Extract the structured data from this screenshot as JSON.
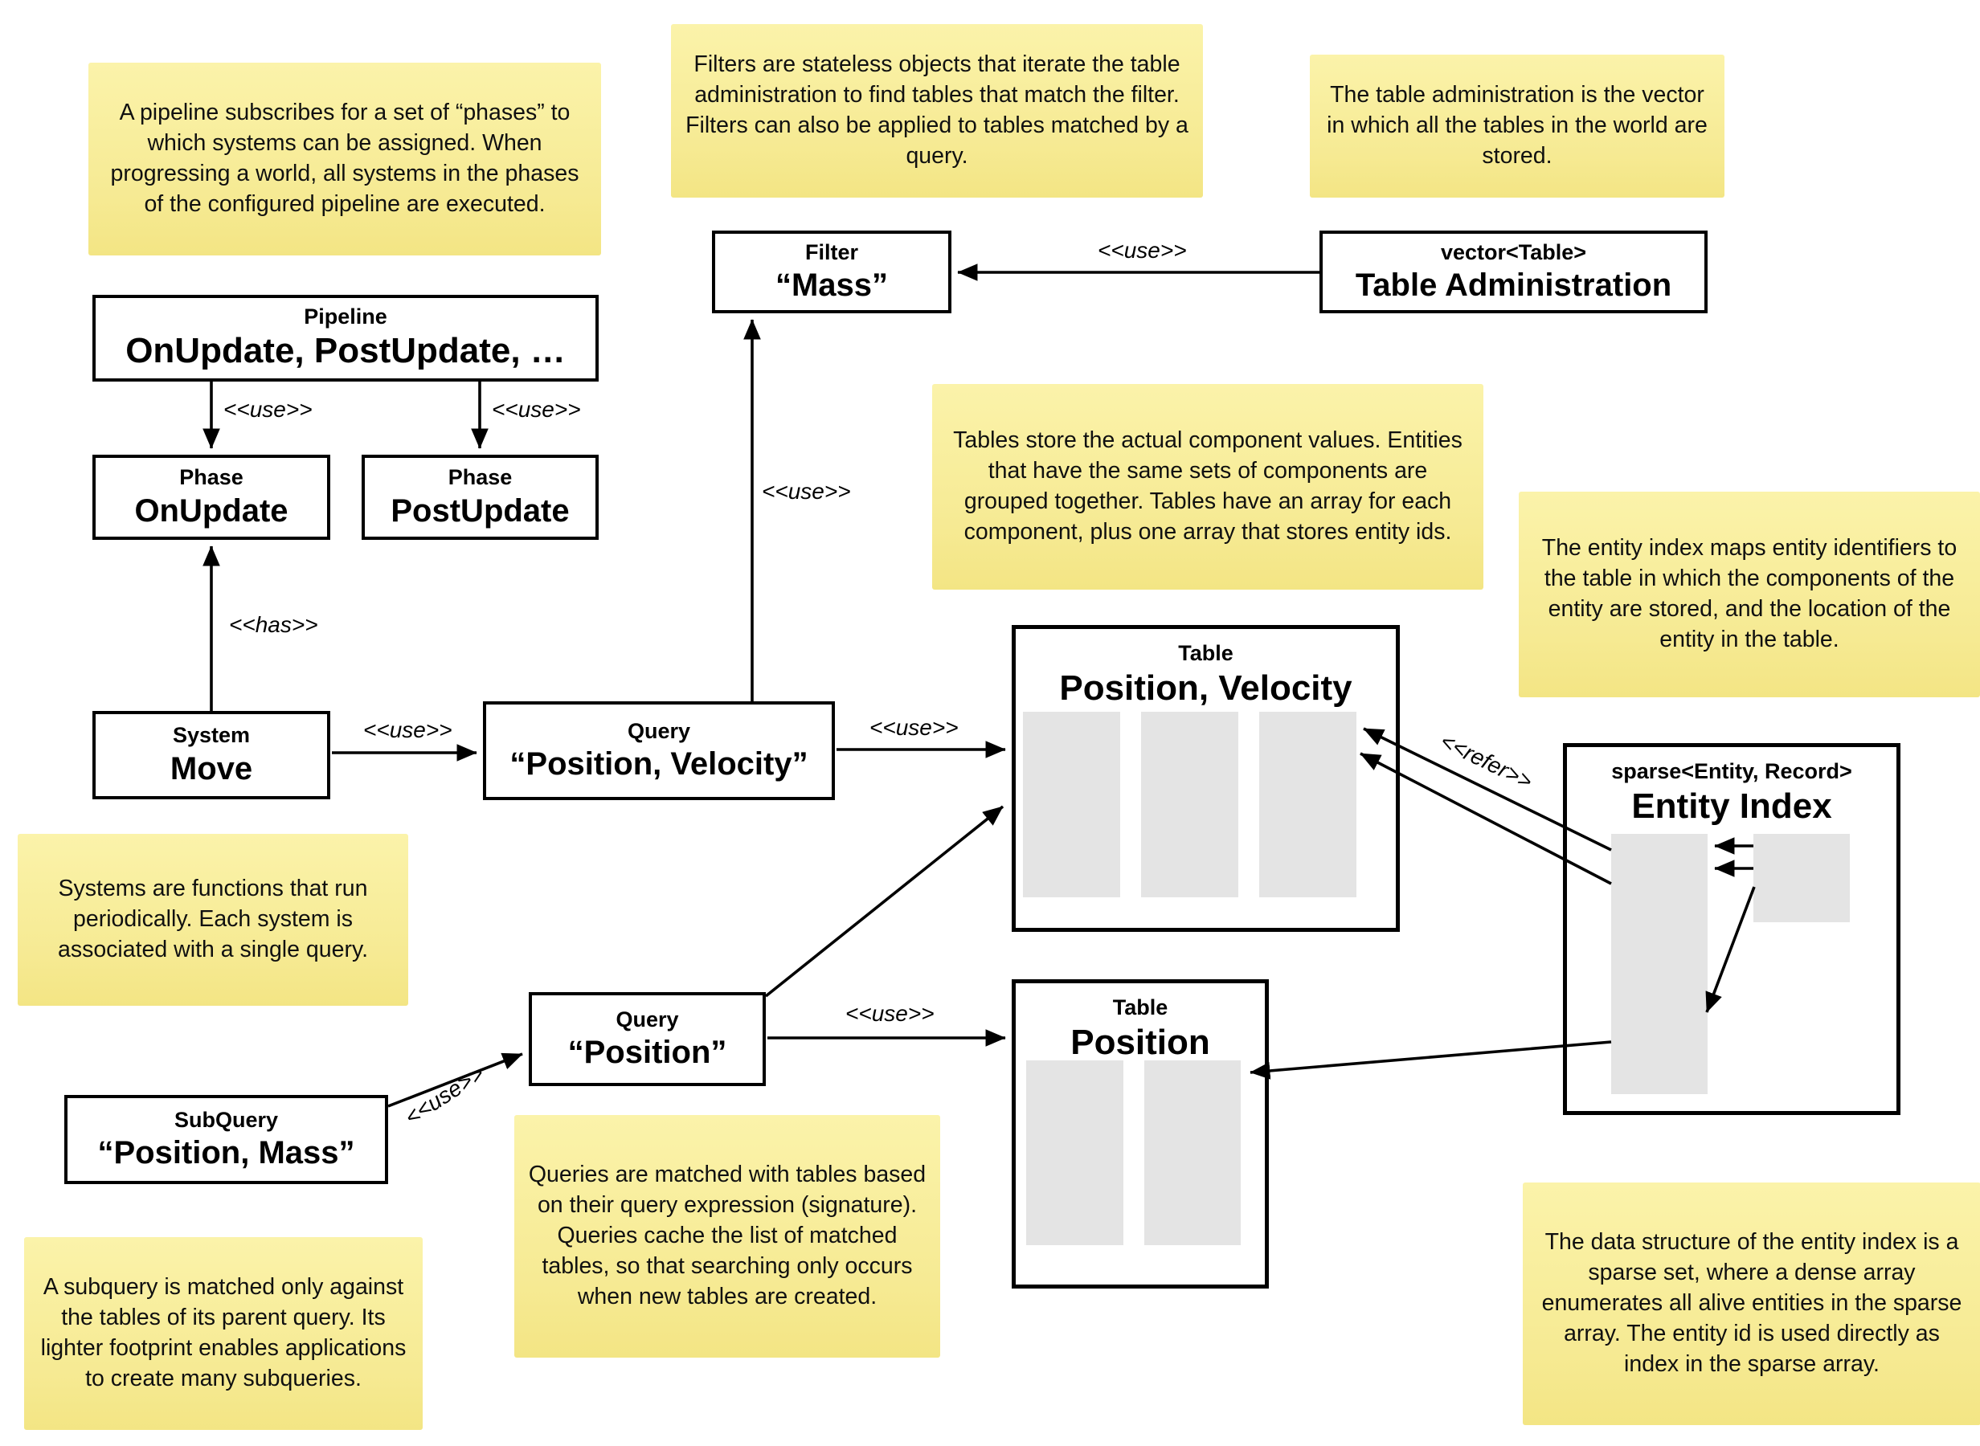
{
  "labels": {
    "use": "<<use>>",
    "has": "<<has>>",
    "refer": "<<refer>>"
  },
  "notes": {
    "pipeline": "A pipeline subscribes for a set of “phases” to which systems can be assigned. When progressing a world, all systems in the phases of the configured pipeline are executed.",
    "filters": "Filters are stateless objects that iterate the table administration to find tables that match the filter. Filters can also be applied to tables matched by a query.",
    "table_administration": "The table administration is the vector in which all the tables in the world are stored.",
    "tables": "Tables store the actual component values. Entities that have the same sets of components are grouped together. Tables have an array for each component, plus one array that stores entity ids.",
    "entity_index": "The entity index maps entity identifiers to the table in which the components of the entity are stored, and the location of the entity in the table.",
    "systems": "Systems are functions that run periodically. Each system is associated with a single query.",
    "queries": "Queries are matched with tables based on their query expression (signature). Queries cache the list of matched tables, so that searching only occurs when new tables are created.",
    "subquery": "A subquery is matched only against the tables of its parent query. Its lighter footprint enables applications to create many subqueries.",
    "sparse_set": "The data structure of the entity index is a sparse set, where a dense array enumerates all alive entities in the sparse array. The entity id is used directly as index in the sparse array."
  },
  "boxes": {
    "pipeline": {
      "stereotype": "Pipeline",
      "name": "OnUpdate, PostUpdate, …"
    },
    "phase_onupdate": {
      "stereotype": "Phase",
      "name": "OnUpdate"
    },
    "phase_postupdate": {
      "stereotype": "Phase",
      "name": "PostUpdate"
    },
    "filter_mass": {
      "stereotype": "Filter",
      "name": "“Mass”"
    },
    "table_administration": {
      "stereotype": "vector<Table>",
      "name": "Table Administration"
    },
    "system_move": {
      "stereotype": "System",
      "name": "Move"
    },
    "query_position_velocity": {
      "stereotype": "Query",
      "name": "“Position, Velocity”"
    },
    "query_position": {
      "stereotype": "Query",
      "name": "“Position”"
    },
    "subquery_position_mass": {
      "stereotype": "SubQuery",
      "name": "“Position, Mass”"
    },
    "table_position_velocity": {
      "stereotype": "Table",
      "name": "Position, Velocity"
    },
    "table_position": {
      "stereotype": "Table",
      "name": "Position"
    },
    "entity_index": {
      "stereotype": "sparse<Entity, Record>",
      "name": "Entity Index"
    }
  }
}
